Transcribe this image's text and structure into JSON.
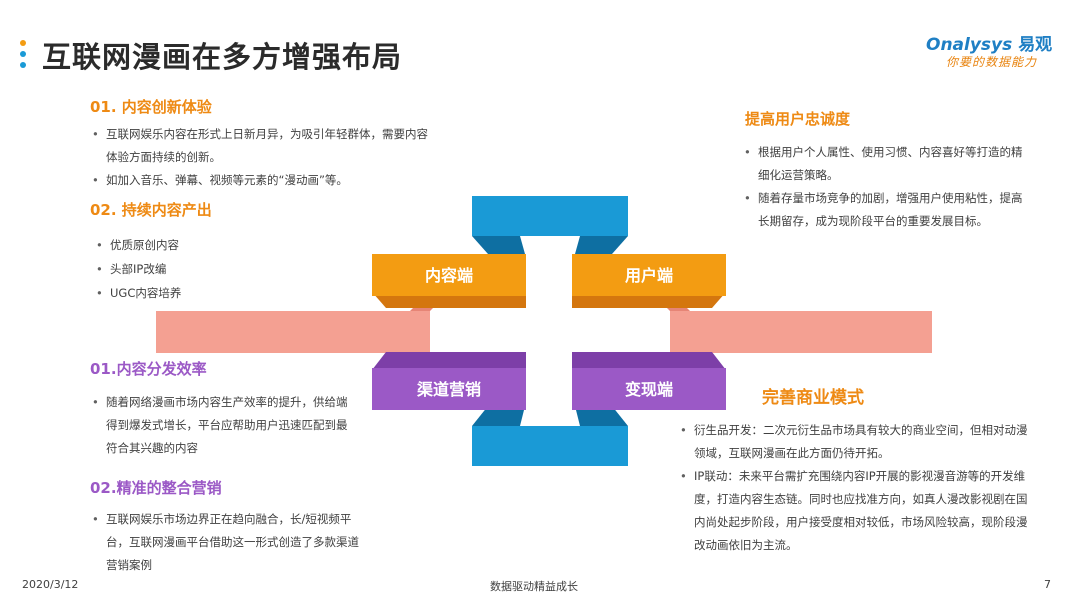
{
  "header": {
    "title": "互联网漫画在多方增强布局",
    "logo_text": "nalysys",
    "logo_cn": "易观",
    "logo_tagline": "你要的数据能力"
  },
  "colors": {
    "orange": "#f39c12",
    "purple": "#9b59c6",
    "blue": "#1a9ad6",
    "salmon": "#f4a092"
  },
  "left_top": {
    "sec1": {
      "heading": "01. 内容创新体验",
      "bullets": [
        "互联网娱乐内容在形式上日新月异，为吸引年轻群体，需要内容体验方面持续的创新。",
        "如加入音乐、弹幕、视频等元素的“漫动画”等。"
      ]
    },
    "sec2": {
      "heading": "02. 持续内容产出",
      "bullets": [
        "优质原创内容",
        "头部IP改编",
        "UGC内容培养"
      ]
    }
  },
  "left_bottom": {
    "sec1": {
      "heading": "01.内容分发效率",
      "bullets": [
        "随着网络漫画市场内容生产效率的提升，供给端得到爆发式增长，平台应帮助用户迅速匹配到最符合其兴趣的内容"
      ]
    },
    "sec2": {
      "heading": "02.精准的整合营销",
      "bullets": [
        "互联网娱乐市场边界正在趋向融合，长/短视频平台，互联网漫画平台借助这一形式创造了多款渠道营销案例"
      ]
    }
  },
  "right_top": {
    "heading": "提高用户忠诚度",
    "bullets": [
      "根据用户个人属性、使用习惯、内容喜好等打造的精细化运营策略。",
      "随着存量市场竞争的加剧，增强用户使用粘性，提高长期留存，成为现阶段平台的重要发展目标。"
    ]
  },
  "right_bottom": {
    "heading": "完善商业模式",
    "bullets": [
      "衍生品开发：二次元衍生品市场具有较大的商业空间，但相对动漫领域，互联网漫画在此方面仍待开拓。",
      "IP联动：未来平台需扩充围绕内容IP开展的影视漫音游等的开发维度，打造内容生态链。同时也应找准方向，如真人漫改影视剧在国内尚处起步阶段，用户接受度相对较低，市场风险较高，现阶段漫改动画依旧为主流。"
    ]
  },
  "diagram": {
    "box_content": "内容端",
    "box_user": "用户端",
    "box_channel": "渠道营销",
    "box_monetize": "变现端"
  },
  "footer": {
    "date": "2020/3/12",
    "slogan": "数据驱动精益成长",
    "page": "7"
  }
}
